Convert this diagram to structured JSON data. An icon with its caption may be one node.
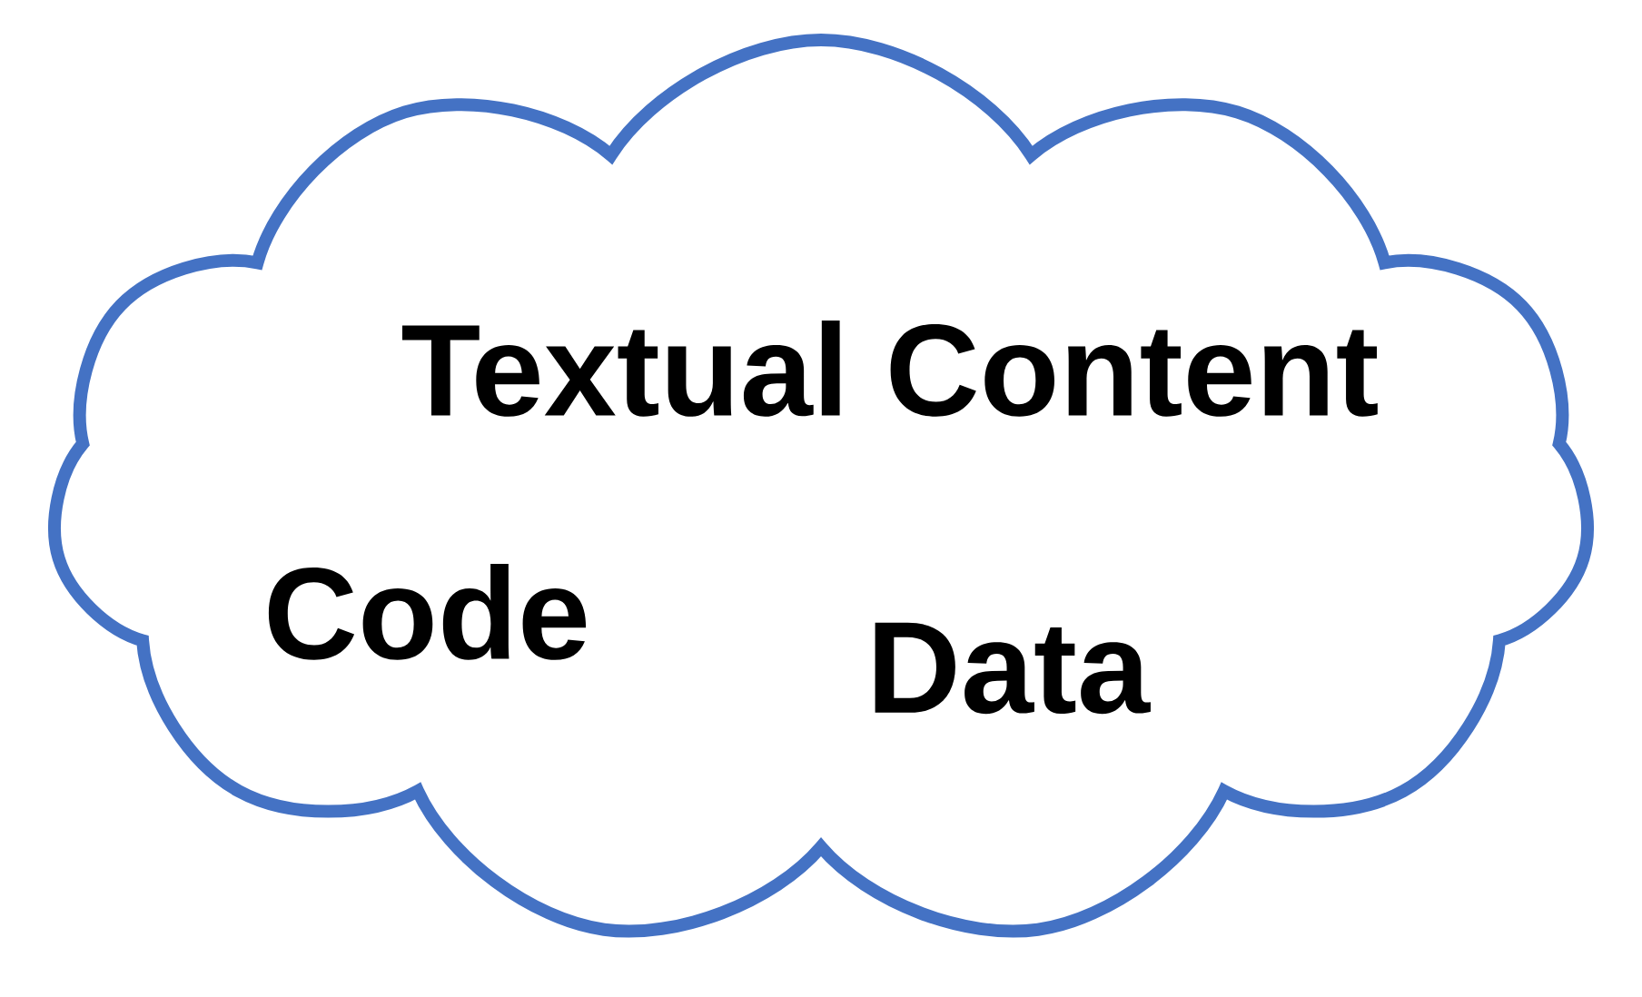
{
  "diagram": {
    "nodes": [
      {
        "text": [
          "Textual Content",
          "Code",
          "Data"
        ]
      }
    ]
  }
}
